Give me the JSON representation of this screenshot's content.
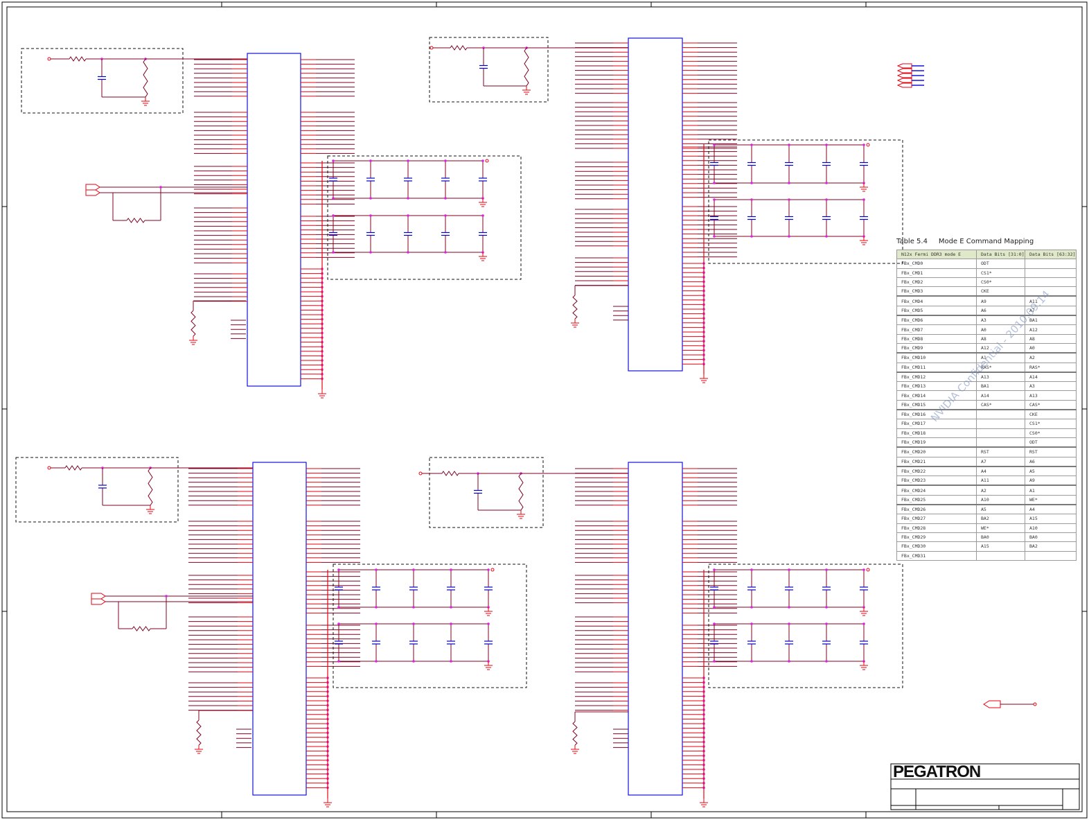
{
  "title_block": {
    "company_logo": "PEGATRON"
  },
  "watermark": "NVIDIA Confidential - 2010.09.14",
  "mapping_table": {
    "title": "Table 5.4     Mode E Command Mapping",
    "headers": [
      "N12x Fermi DDR3 mode E",
      "Data Bits [31:0]",
      "Data Bits [63:32]"
    ],
    "rows": [
      [
        "FBx_CMD0",
        "ODT",
        ""
      ],
      [
        "FBx_CMD1",
        "CS1*",
        ""
      ],
      [
        "FBx_CMD2",
        "CS0*",
        ""
      ],
      [
        "FBx_CMD3",
        "CKE",
        ""
      ],
      [
        "FBx_CMD4",
        "A9",
        "A11"
      ],
      [
        "FBx_CMD5",
        "A6",
        "A7"
      ],
      [
        "FBx_CMD6",
        "A3",
        "BA1"
      ],
      [
        "FBx_CMD7",
        "A0",
        "A12"
      ],
      [
        "FBx_CMD8",
        "A8",
        "A8"
      ],
      [
        "FBx_CMD9",
        "A12",
        "A0"
      ],
      [
        "FBx_CMD10",
        "A1",
        "A2"
      ],
      [
        "FBx_CMD11",
        "RAS*",
        "RAS*"
      ],
      [
        "FBx_CMD12",
        "A13",
        "A14"
      ],
      [
        "FBx_CMD13",
        "BA1",
        "A3"
      ],
      [
        "FBx_CMD14",
        "A14",
        "A13"
      ],
      [
        "FBx_CMD15",
        "CAS*",
        "CAS*"
      ],
      [
        "FBx_CMD16",
        "",
        "CKE"
      ],
      [
        "FBx_CMD17",
        "",
        "CS1*"
      ],
      [
        "FBx_CMD18",
        "",
        "CS0*"
      ],
      [
        "FBx_CMD19",
        "",
        "ODT"
      ],
      [
        "FBx_CMD20",
        "RST",
        "RST"
      ],
      [
        "FBx_CMD21",
        "A7",
        "A6"
      ],
      [
        "FBx_CMD22",
        "A4",
        "A5"
      ],
      [
        "FBx_CMD23",
        "A11",
        "A9"
      ],
      [
        "FBx_CMD24",
        "A2",
        "A1"
      ],
      [
        "FBx_CMD25",
        "A10",
        "WE*"
      ],
      [
        "FBx_CMD26",
        "A5",
        "A4"
      ],
      [
        "FBx_CMD27",
        "BA2",
        "A15"
      ],
      [
        "FBx_CMD28",
        "WE*",
        "A10"
      ],
      [
        "FBx_CMD29",
        "BA0",
        "BA0"
      ],
      [
        "FBx_CMD30",
        "A15",
        "BA2"
      ],
      [
        "FBx_CMD31",
        "",
        ""
      ]
    ]
  },
  "colors": {
    "wire": "#e8000e",
    "net": "#800020",
    "chip": "#1010e0",
    "cap": "#0000cc",
    "junction": "#e020e0",
    "border": "#000000"
  }
}
